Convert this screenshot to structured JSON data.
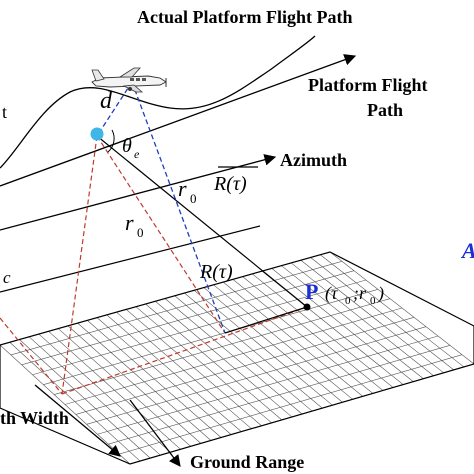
{
  "labels": {
    "actual_path": "Actual Platform Flight Path",
    "platform_path_line1": "Platform Flight",
    "platform_path_line2": "Path",
    "azimuth": "Azimuth",
    "ground_range": "Ground Range",
    "swath_width": "th Width",
    "left_fragment_t": "t",
    "left_fragment_c": "c",
    "d": "d",
    "theta": "θ",
    "theta_sub": "e",
    "r0_upper": "r",
    "r0_upper_sub": "0",
    "r0_left": "r",
    "r0_left_sub": "0",
    "R_tau": "R(τ)",
    "R_tau_bar": "R(τ)",
    "P": "P",
    "P_coords": "(τ",
    "P_coords_sub1": "0",
    "P_coords_mid": ";r",
    "P_coords_sub2": "0",
    "P_coords_end": ")",
    "right_fragment": "A"
  },
  "colors": {
    "line": "#000000",
    "red_dashed": "#c0392b",
    "blue_dashed": "#1f3fbf",
    "platform_dot": "#3fb6e8",
    "target_text": "#1a2fd6"
  }
}
